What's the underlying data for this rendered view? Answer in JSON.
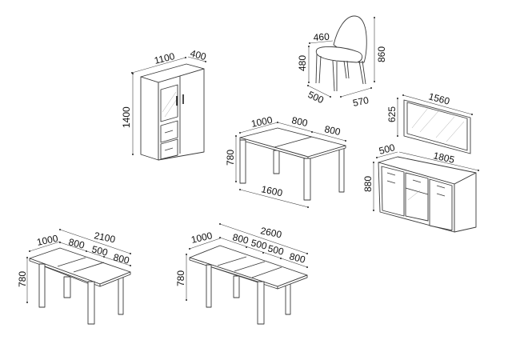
{
  "cabinet": {
    "width": "1100",
    "depth": "400",
    "height": "1400"
  },
  "chair": {
    "seat_width": "460",
    "seat_height": "480",
    "height": "860",
    "depth": "500",
    "width": "570"
  },
  "mirror": {
    "width": "1560",
    "height": "625"
  },
  "table_small": {
    "depth": "1000",
    "leaf_1": "800",
    "leaf_2": "800",
    "length": "1600",
    "height": "780"
  },
  "sideboard": {
    "depth": "500",
    "width": "1805",
    "height": "880"
  },
  "table_2100": {
    "depth": "1000",
    "total": "2100",
    "part_1": "800",
    "part_2": "500",
    "part_3": "800",
    "height": "780"
  },
  "table_2600": {
    "depth": "1000",
    "total": "2600",
    "part_1": "800",
    "part_2": "500",
    "part_3": "500",
    "part_4": "800",
    "height": "780"
  },
  "colors": {
    "line": "#3a3a3a",
    "background": "#ffffff"
  }
}
